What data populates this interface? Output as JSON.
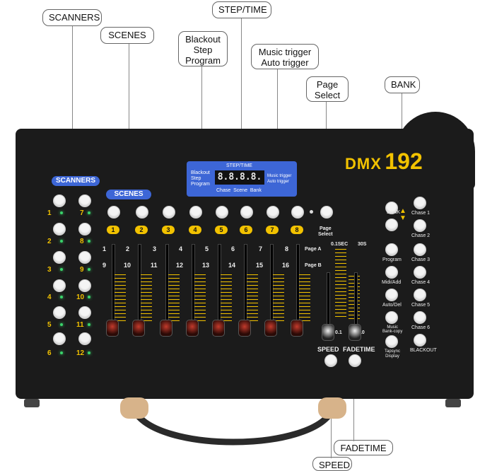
{
  "callouts": {
    "scanners": "SCANNERS",
    "scenes": "SCENES",
    "blackout_step_program": "Blackout\nStep\nProgram",
    "step_time": "STEP/TIME",
    "music_auto_trigger": "Music trigger\nAuto trigger",
    "page_select": "Page\nSelect",
    "bank": "BANK",
    "speed": "SPEED",
    "fadetime": "FADETIME"
  },
  "device": {
    "brand_prefix": "DMX",
    "brand_number": "192",
    "body_color": "#1b1b1b",
    "accent_color": "#f2c200",
    "panel_blue": "#3d66d6",
    "led_color": "#3ad36a"
  },
  "scanners": {
    "label": "SCANNERS",
    "left_numbers": [
      "1",
      "2",
      "3",
      "4",
      "5",
      "6"
    ],
    "right_numbers": [
      "7",
      "8",
      "9",
      "10",
      "11",
      "12"
    ]
  },
  "scenes": {
    "label": "SCENES",
    "numbers": [
      "1",
      "2",
      "3",
      "4",
      "5",
      "6",
      "7",
      "8"
    ]
  },
  "display": {
    "title": "STEP/TIME",
    "left_text": "Blackout\nStep\nProgram",
    "digits": "8.8.8.8.",
    "right_text": "Music trigger\nAuto trigger",
    "bottom_text": "Chase  Scene  Bank"
  },
  "faders": {
    "page_a_numbers": [
      "1",
      "2",
      "3",
      "4",
      "5",
      "6",
      "7",
      "8"
    ],
    "page_b_numbers": [
      "9",
      "10",
      "11",
      "12",
      "13",
      "14",
      "15",
      "16"
    ],
    "page_a_label": "Page A",
    "page_b_label": "Page B",
    "page_select_label": "Page\nSelect"
  },
  "speed_fader": {
    "top_left": "0.1SEC",
    "top_right": "30S",
    "bottom_left": "0.1",
    "bottom_right": "10",
    "speed_label": "SPEED",
    "fadetime_label": "FADETIME"
  },
  "right_buttons": {
    "left_col": [
      "BANK",
      "Program",
      "Midi/Add",
      "Auto/Del",
      "Music\nBank-copy",
      "Tapsync\nDisplay"
    ],
    "right_col": [
      "Chase 1",
      "Chase 2",
      "Chase 3",
      "Chase 4",
      "Chase 5",
      "Chase 6",
      "BLACKOUT"
    ]
  }
}
